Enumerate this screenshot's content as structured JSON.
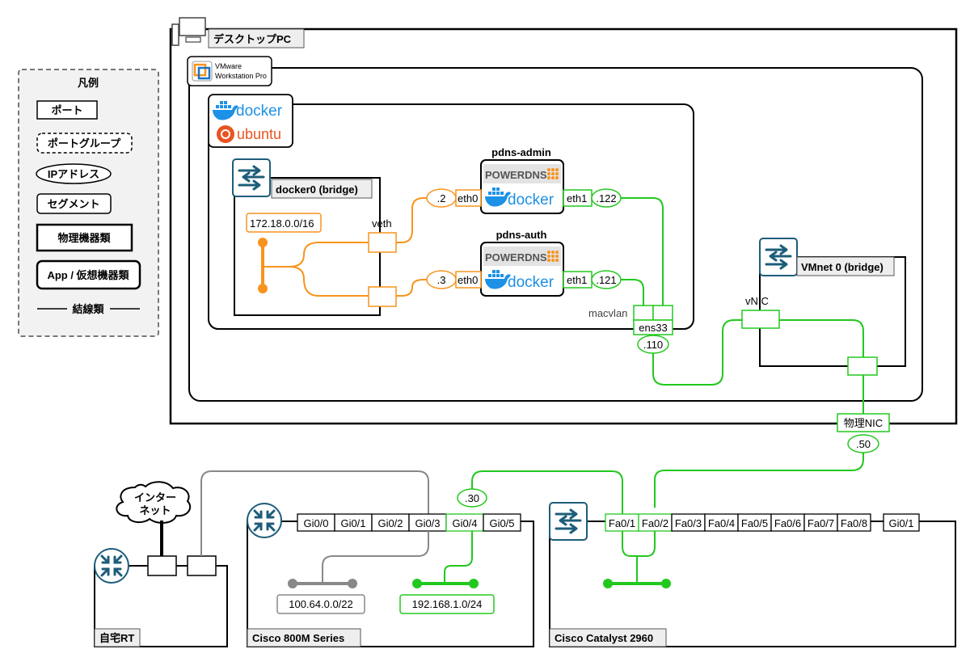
{
  "legend": {
    "title": "凡例",
    "items": {
      "port": "ポート",
      "port_group": "ポートグループ",
      "ip": "IPアドレス",
      "segment": "セグメント",
      "physical": "物理機器類",
      "app": "App / 仮想機器類",
      "wire": "結線類"
    }
  },
  "desktop": {
    "title": "デスクトップPC"
  },
  "vmware": {
    "line1": "VMware",
    "line2": "Workstation Pro"
  },
  "vm": {
    "docker_logo": "docker",
    "ubuntu_logo": "ubuntu"
  },
  "docker0": {
    "title": "docker0 (bridge)",
    "segment": "172.18.0.0/16",
    "veth_label": "veth"
  },
  "pdns_admin": {
    "name": "pdns-admin",
    "brand": "POWERDNS",
    "docker": "docker",
    "eth0": "eth0",
    "eth1": "eth1",
    "ip_eth0": ".2",
    "ip_eth1": ".122"
  },
  "pdns_auth": {
    "name": "pdns-auth",
    "brand": "POWERDNS",
    "docker": "docker",
    "eth0": "eth0",
    "eth1": "eth1",
    "ip_eth0": ".3",
    "ip_eth1": ".121"
  },
  "host_nic": {
    "macvlan": "macvlan",
    "ens33": "ens33",
    "ip": ".110"
  },
  "vmnet": {
    "title": "VMnet 0 (bridge)",
    "vnic": "vNIC"
  },
  "physical_nic": {
    "label": "物理NIC",
    "ip": ".50"
  },
  "internet": {
    "line1": "インター",
    "line2": "ネット"
  },
  "home_router": {
    "title": "自宅RT"
  },
  "cisco800": {
    "title": "Cisco 800M Series",
    "ports": [
      "Gi0/0",
      "Gi0/1",
      "Gi0/2",
      "Gi0/3",
      "Gi0/4",
      "Gi0/5"
    ],
    "ip_gi04": ".30",
    "seg_gray": "100.64.0.0/22",
    "seg_green": "192.168.1.0/24"
  },
  "catalyst": {
    "title": "Cisco Catalyst 2960",
    "ports": [
      "Fa0/1",
      "Fa0/2",
      "Fa0/3",
      "Fa0/4",
      "Fa0/5",
      "Fa0/6",
      "Fa0/7",
      "Fa0/8",
      "Gi0/1"
    ]
  },
  "colors": {
    "orange": "#f7941d",
    "green": "#22c81e",
    "gray": "#888888",
    "teal": "#1d5d7a"
  }
}
